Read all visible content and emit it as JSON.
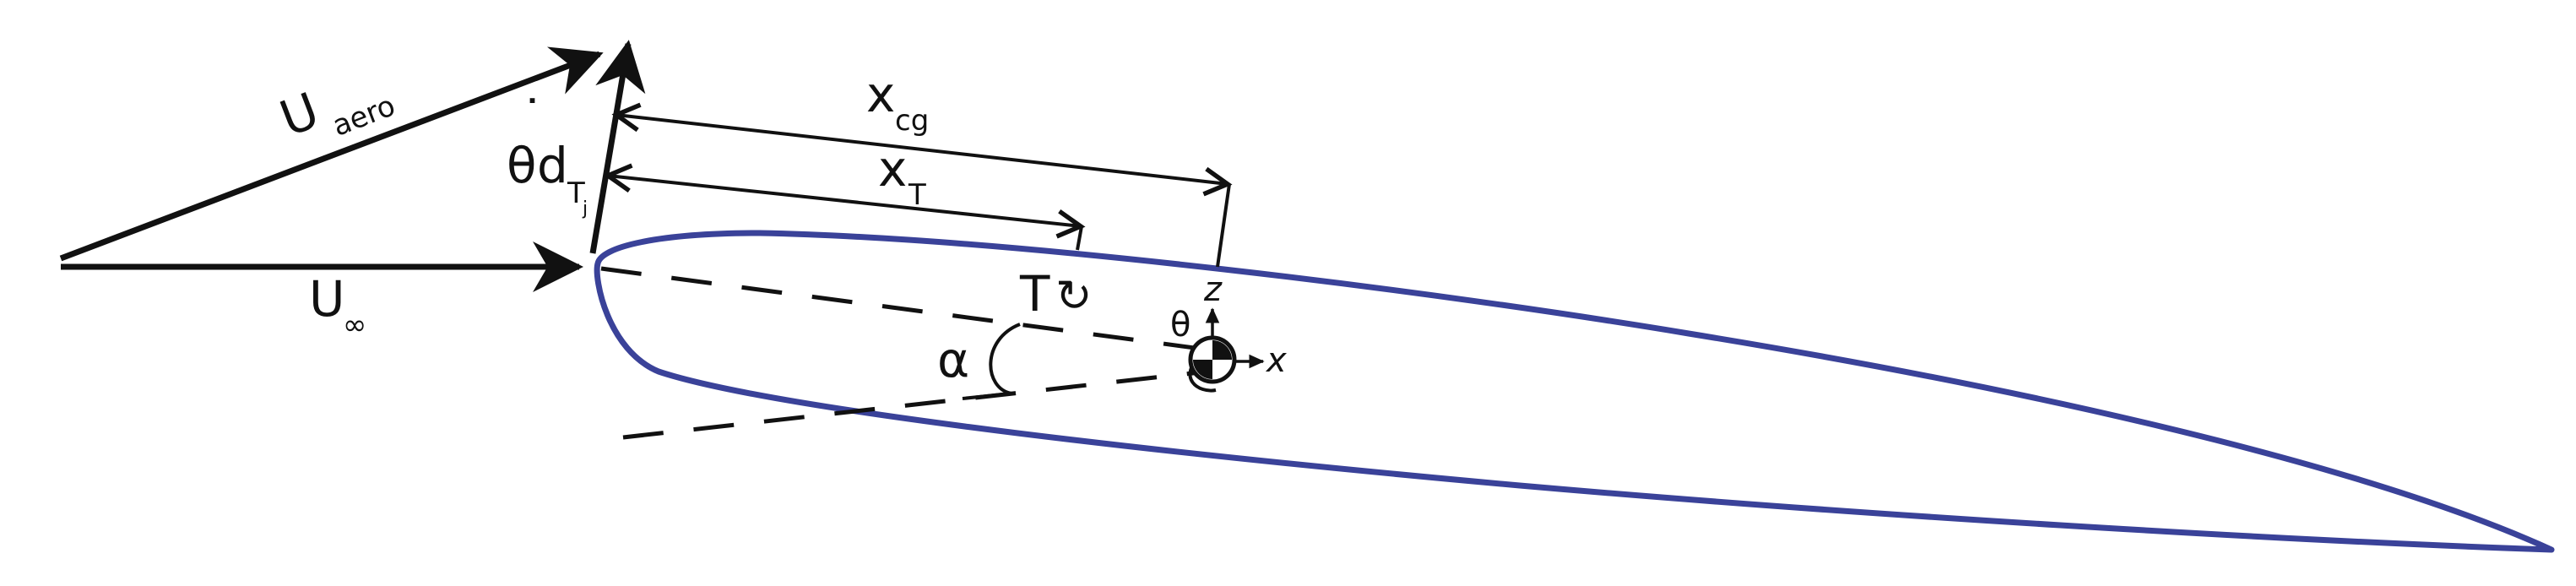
{
  "colors": {
    "airfoil": "#3a4299",
    "ink": "#111111",
    "background": "#ffffff"
  },
  "labels": {
    "u_aero": {
      "base": "U",
      "sub": "aero"
    },
    "u_inf": {
      "base": "U",
      "sub": "∞"
    },
    "theta_dot_d": {
      "dot": "˙",
      "theta": "θ",
      "d": "d",
      "sub": "T",
      "subsub": "j"
    },
    "x_cg": {
      "base": "x",
      "sub": "cg"
    },
    "x_t": {
      "base": "x",
      "sub": "T"
    },
    "torque": {
      "base": "T",
      "symbol": "↻"
    },
    "alpha": "α",
    "theta": "θ",
    "z_axis": "z",
    "x_axis": "x"
  }
}
